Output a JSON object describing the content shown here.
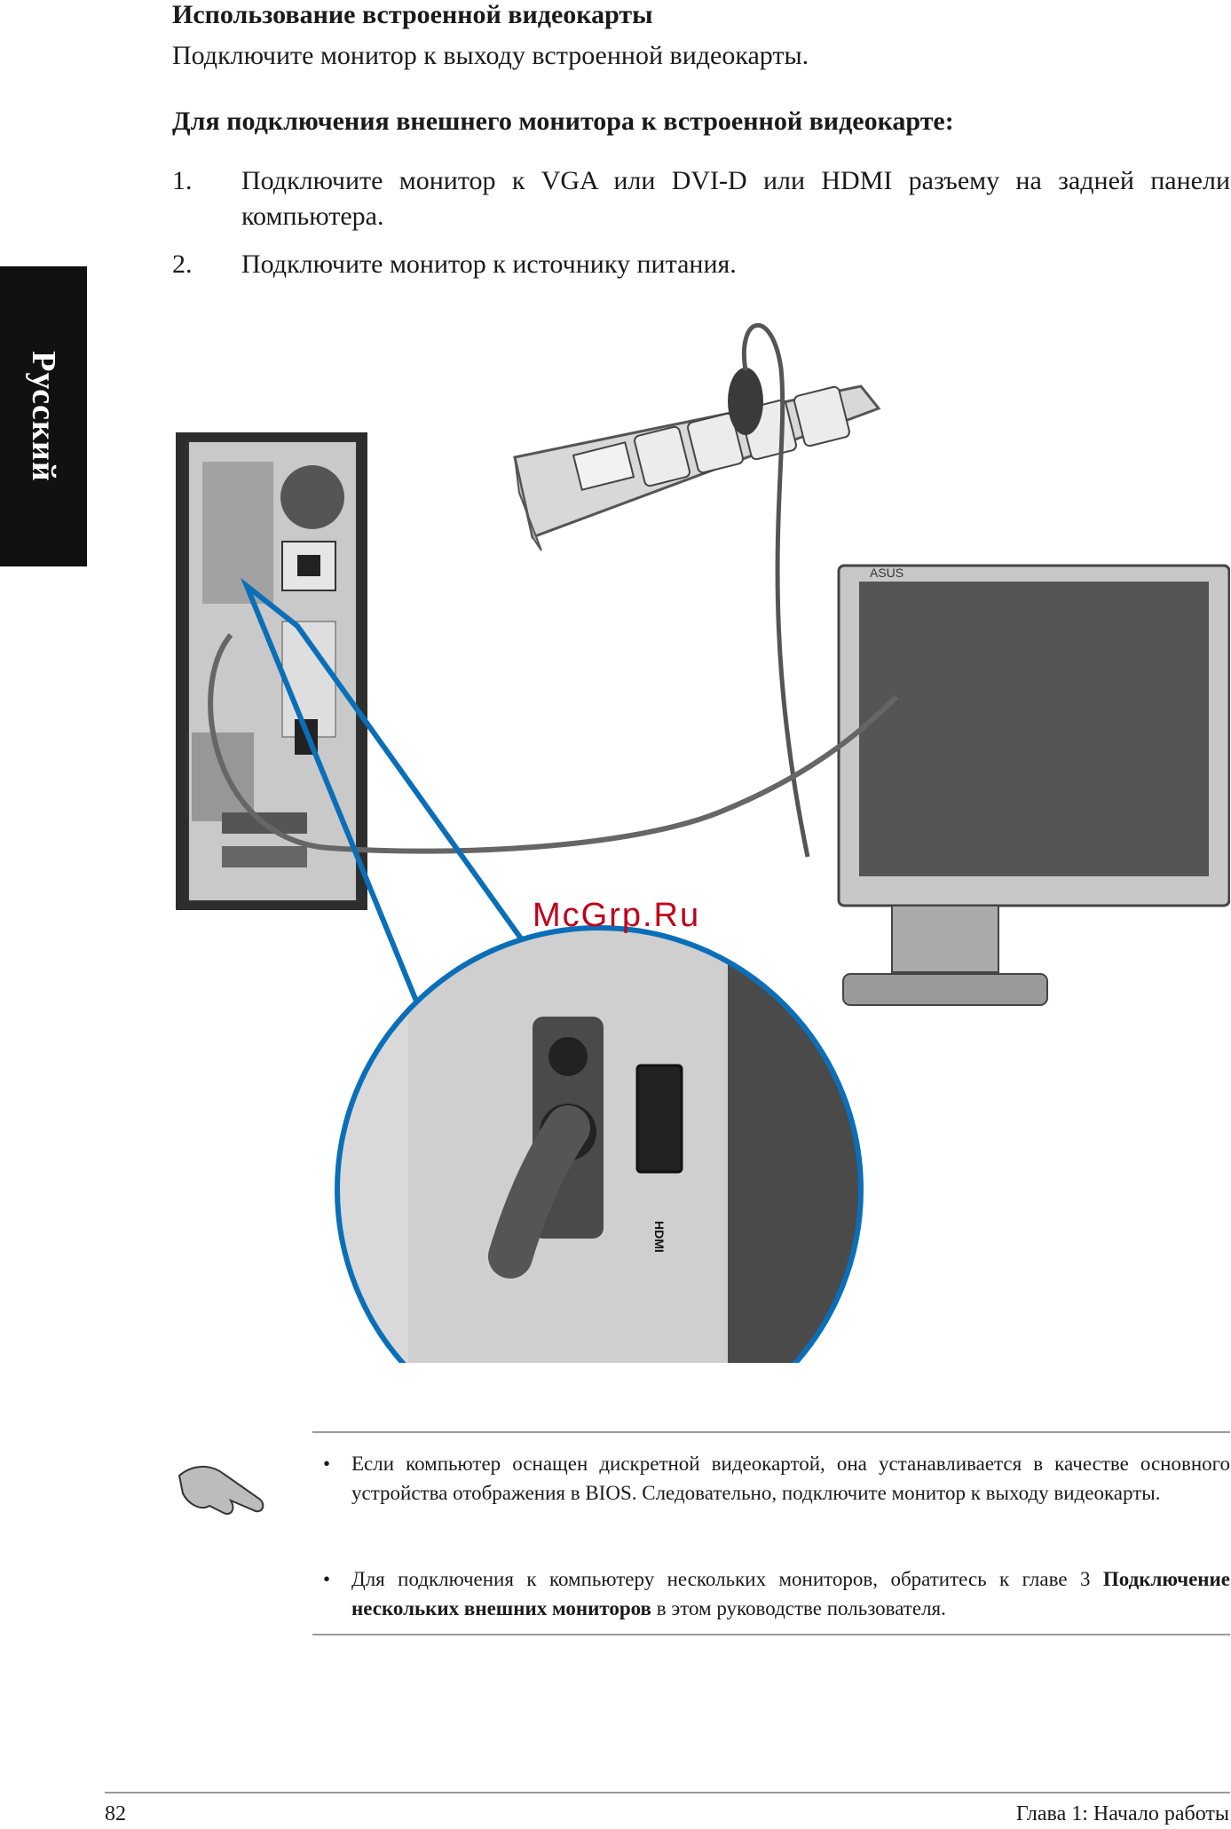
{
  "side_tab": {
    "label": "Русский"
  },
  "section": {
    "title": "Использование встроенной видеокарты",
    "intro": "Подключите монитор к выходу встроенной видеокарты.",
    "procedure_title": "Для подключения внешнего монитора к встроенной видеокарте:",
    "steps": [
      {
        "num": "1.",
        "text": "Подключите монитор к VGA или DVI-D или HDMI разъему на задней панели компьютера."
      },
      {
        "num": "2.",
        "text": "Подключите монитор к источнику питания."
      }
    ]
  },
  "figure": {
    "monitor_brand": "ASUS",
    "port_label": "HDMI",
    "watermark": "McGrp.Ru"
  },
  "note": {
    "icon": "note-hand-icon",
    "bullets": [
      {
        "text": "Если компьютер оснащен дискретной видеокартой, она устанавливается в качестве основного устройства отображения в BIOS. Следовательно, подключите монитор к выходу видеокарты."
      },
      {
        "text_before": "Для подключения к компьютеру нескольких мониторов, обратитесь к главе 3 ",
        "text_bold": "Подключение нескольких внешних мониторов",
        "text_after": " в этом руководстве пользователя."
      }
    ]
  },
  "footer": {
    "page_number": "82",
    "chapter": "Глава 1: Начало работы"
  }
}
